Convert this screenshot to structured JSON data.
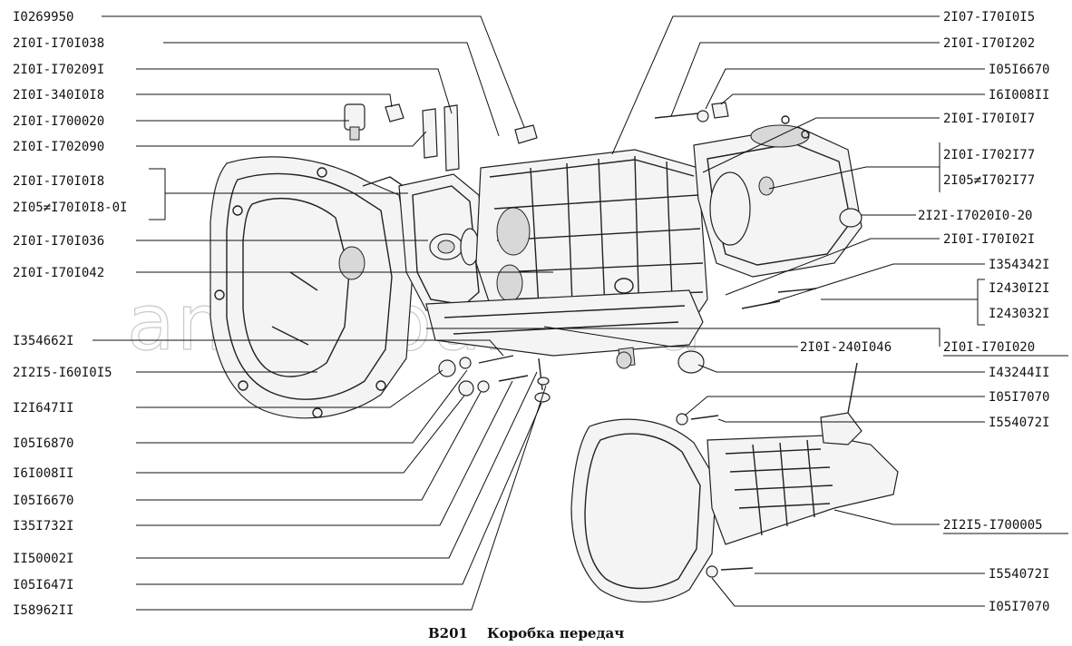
{
  "labels": {
    "left": [
      "I0269950",
      "2I0I-I70I038",
      "2I0I-I70209I",
      "2I0I-340I0I8",
      "2I0I-I700020",
      "2I0I-I702090",
      "2I0I-I70I0I8",
      "2I05≠I70I0I8-0I",
      "2I0I-I70I036",
      "2I0I-I70I042",
      "I354662I",
      "2I2I5-I60I0I5",
      "I2I647II",
      "I05I6870",
      "I6I008II",
      "I05I6670",
      "I35I732I",
      "II50002I",
      "I05I647I",
      "I58962II"
    ],
    "right": [
      "2I07-I70I0I5",
      "2I0I-I70I202",
      "I05I6670",
      "I6I008II",
      "2I0I-I70I0I7",
      "2I0I-I702I77",
      "2I05≠I702I77",
      "2I2I-I7020I0-20",
      "2I0I-I70I02I",
      "I354342I",
      "I2430I2I",
      "I243032I",
      "2I0I-240I046",
      "2I0I-I70I020",
      "I43244II",
      "I05I7070",
      "I554072I",
      "2I2I5-I700005",
      "I554072I",
      "I05I7070"
    ]
  },
  "caption": {
    "code": "B201",
    "title": "Коробка передач"
  },
  "watermark": "ansat-parts.ru"
}
